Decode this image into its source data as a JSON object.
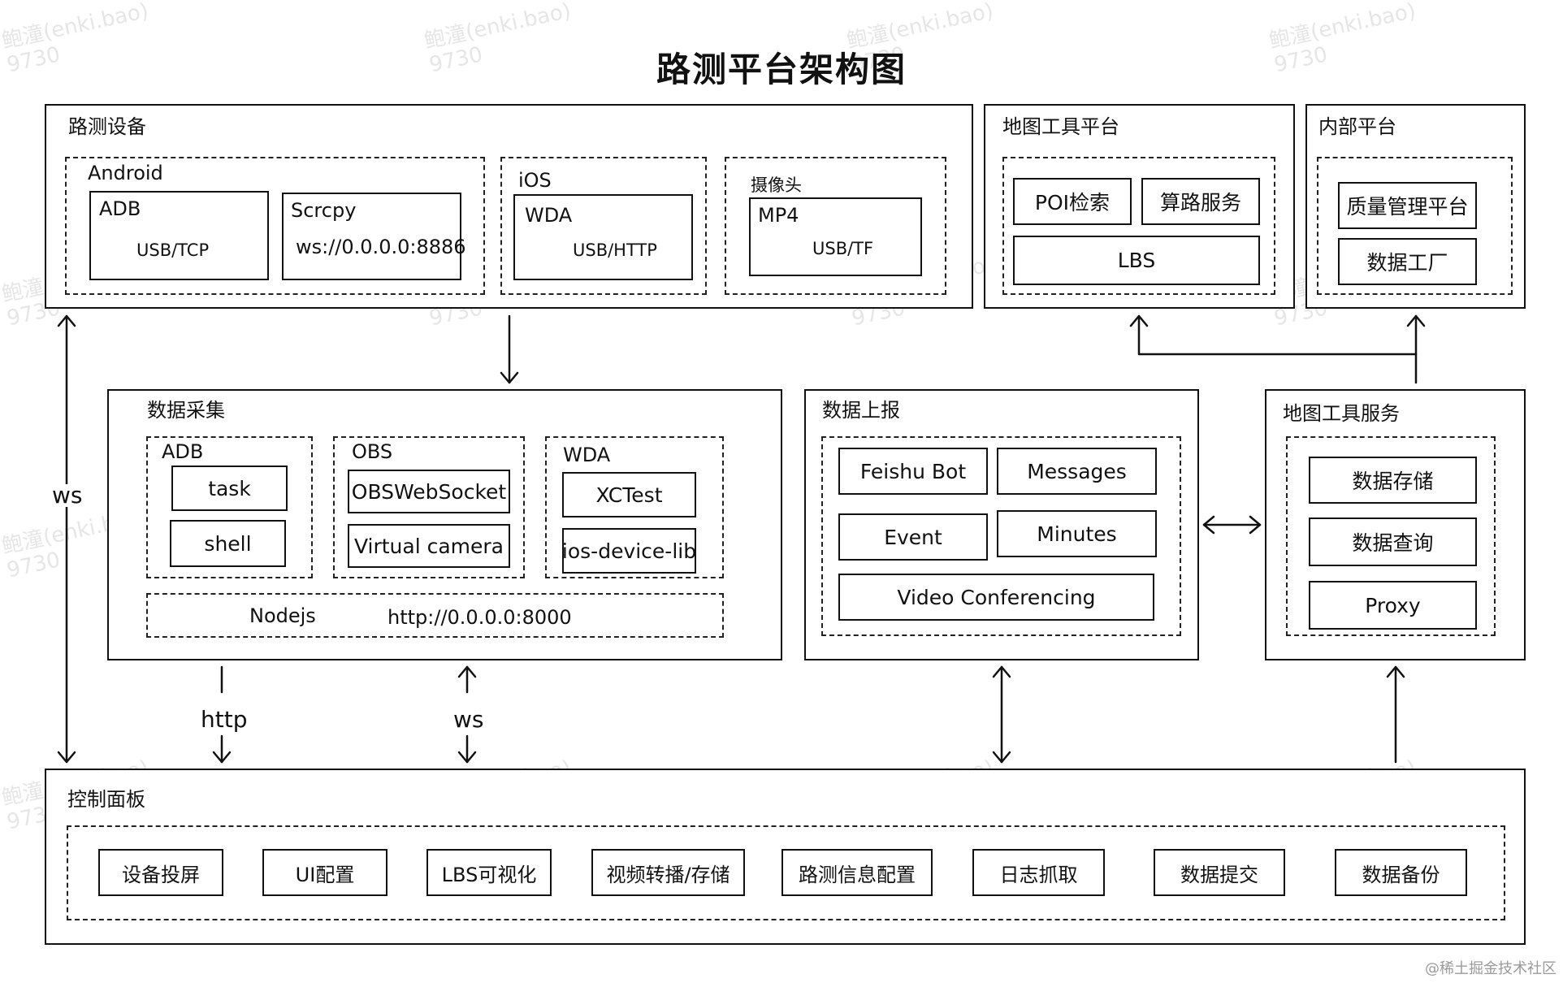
{
  "title": "路测平台架构图",
  "watermark": "鲍潼(enki.bao)\n9730",
  "credit": "@稀土掘金技术社区",
  "road_devices": {
    "label": "路测设备",
    "android": {
      "label": "Android",
      "adb": {
        "name": "ADB",
        "protocol": "USB/TCP"
      },
      "scrcpy": {
        "name": "Scrcpy",
        "address": "ws://0.0.0.0:8886"
      }
    },
    "ios": {
      "label": "iOS",
      "wda": {
        "name": "WDA",
        "protocol": "USB/HTTP"
      }
    },
    "camera": {
      "label": "摄像头",
      "mp4": {
        "name": "MP4",
        "protocol": "USB/TF"
      }
    }
  },
  "map_tool_platform": {
    "label": "地图工具平台",
    "items": [
      "POI检索",
      "算路服务",
      "LBS"
    ]
  },
  "internal_platform": {
    "label": "内部平台",
    "items": [
      "质量管理平台",
      "数据工厂"
    ]
  },
  "data_collection": {
    "label": "数据采集",
    "adb": {
      "label": "ADB",
      "items": [
        "task",
        "shell"
      ]
    },
    "obs": {
      "label": "OBS",
      "items": [
        "OBSWebSocket",
        "Virtual camera"
      ]
    },
    "wda": {
      "label": "WDA",
      "items": [
        "XCTest",
        "ios-device-lib"
      ]
    },
    "nodejs": {
      "label": "Nodejs",
      "address": "http://0.0.0.0:8000"
    }
  },
  "data_report": {
    "label": "数据上报",
    "items": [
      "Feishu Bot",
      "Messages",
      "Event",
      "Minutes",
      "Video Conferencing"
    ]
  },
  "map_tool_service": {
    "label": "地图工具服务",
    "items": [
      "数据存储",
      "数据查询",
      "Proxy"
    ]
  },
  "control_panel": {
    "label": "控制面板",
    "items": [
      "设备投屏",
      "UI配置",
      "LBS可视化",
      "视频转播/存储",
      "路测信息配置",
      "日志抓取",
      "数据提交",
      "数据备份"
    ]
  },
  "edges": {
    "ws_left": "ws",
    "http": "http",
    "ws_mid": "ws"
  }
}
